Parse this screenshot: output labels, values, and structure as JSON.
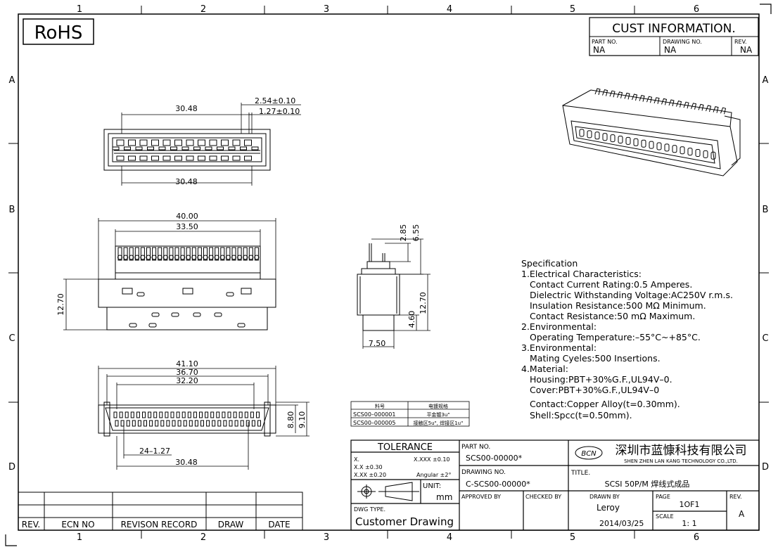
{
  "frame": {
    "cols": [
      "1",
      "2",
      "3",
      "4",
      "5",
      "6"
    ],
    "rows": [
      "A",
      "B",
      "C",
      "D"
    ]
  },
  "rohs": "RoHS",
  "cust": {
    "title": "CUST INFORMATION.",
    "part_no_label": "PART NO.",
    "part_no_value": "NA",
    "drawing_no_label": "DRAWING NO.",
    "drawing_no_value": "NA",
    "rev_label": "REV.",
    "rev_value": "NA"
  },
  "dims": {
    "top_pitch_a": "2.54±0.10",
    "top_pitch_b": "1.27±0.10",
    "top_w1": "30.48",
    "top_w2": "30.48",
    "front_w1": "40.00",
    "front_w2": "33.50",
    "front_h": "12.70",
    "side_h1": "2.85",
    "side_h2": "6.55",
    "side_h3": "12.70",
    "side_h4": "4.60",
    "side_w": "7.50",
    "bottom_w1": "41.10",
    "bottom_w2": "36.70",
    "bottom_w3": "32.20",
    "bottom_pitch": "24–1.27",
    "bottom_w4": "30.48",
    "bottom_h1": "8.80",
    "bottom_h2": "9.10"
  },
  "plating": {
    "header": [
      "料号",
      "电镀规格"
    ],
    "rows": [
      [
        "SCS00–000001",
        "平金镀3u\""
      ],
      [
        "SCS00–000005",
        "接触区5u\", 焊接区1u\""
      ]
    ]
  },
  "spec": {
    "lines": [
      "Specification",
      "1.Electrical  Characteristics:",
      "  Contact  Current  Rating:0.5  Amperes.",
      "  Dielectric  Withstanding  Voltage:AC250V  r.m.s.",
      "  Insulation  Resistance:500  MΩ  Minimum.",
      "  Contact  Resistance:50  mΩ  Maximum.",
      "2.Environmental:",
      "  Operating  Temperature:–55°C~+85°C.",
      "3.Environmental:",
      "  Mating  Cyeles:500  Insertions.",
      "4.Material:",
      "  Housing:PBT+30%G.F.,UL94V–0.",
      "  Cover:PBT+30%G.F.,UL94V–0",
      "  Contact:Copper  Alloy(t=0.30mm).",
      "  Shell:Spcc(t=0.50mm)."
    ]
  },
  "revision_table": {
    "headers": [
      "REV.",
      "ECN NO",
      "REVISON RECORD",
      "DRAW",
      "DATE"
    ]
  },
  "title_block": {
    "tolerance_label": "TOLERANCE",
    "tol_x": "X.",
    "tol_xxx": "X.XXX ±0.10",
    "tol_xx": "X.X ±0.30",
    "tol_xxx2": "X.XX ±0.20",
    "tol_angular": "Angular ±2°",
    "unit_label": "UNIT:",
    "unit_value": "mm",
    "dwg_type_label": "DWG TYPE.",
    "dwg_type_value": "Customer Drawing",
    "part_no_label": "PART NO.",
    "part_no_value": "SCS00-00000*",
    "drawing_no_label": "DRAWING NO.",
    "drawing_no_value": "C-SCS00-00000*",
    "approved_by_label": "APPROVED BY",
    "checked_by_label": "CHECKED BY",
    "logo_text": "BCN",
    "company_cn": "深圳市蓝慷科技有限公司",
    "company_en": "SHEN ZHEN LAN KANG TECHNOLOGY  CO.,LTD.",
    "title_label": "TITLE.",
    "title_value": "SCSI 50P/M 焊线式成品",
    "drawn_by_label": "DRAWN BY",
    "drawn_by_value": "Leroy",
    "date_value": "2014/03/25",
    "page_label": "PAGE",
    "page_value": "1OF1",
    "scale_label": "SCALE",
    "scale_value": "1:  1",
    "rev_label": "REV.",
    "rev_value": "A"
  }
}
